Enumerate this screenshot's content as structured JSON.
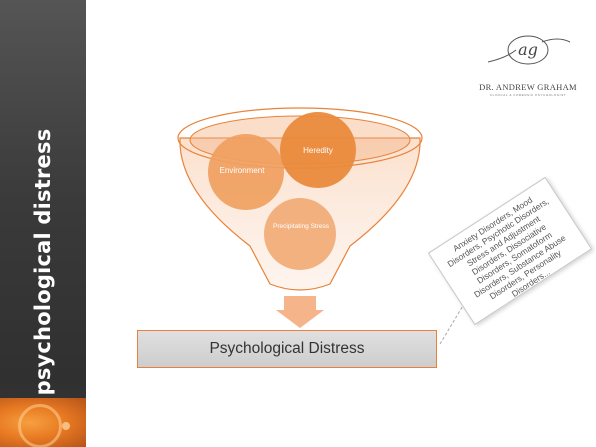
{
  "sidebar": {
    "title": "psychological distress"
  },
  "logo": {
    "monogram": "ag",
    "name": "DR. ANDREW GRAHAM",
    "tagline": "CLINICAL & FORENSIC PSYCHOLOGIST"
  },
  "diagram": {
    "nodes": [
      "Environment",
      "Heredity",
      "Precipitating Stress"
    ],
    "output": "Psychological Distress",
    "callout": "Anxiety Disorders, Mood Disorders, Psychotic Disorders, Stress and Adjustment Disorders, Dissociative Disorders, Somatoform Disorders, Substance Abuse Disorders, Personality Disorders..."
  },
  "colors": {
    "accent": "#e8823a",
    "node_fill": "#f0a060",
    "sidebar": "#3a3a3a",
    "box": "#d6d6d6"
  }
}
